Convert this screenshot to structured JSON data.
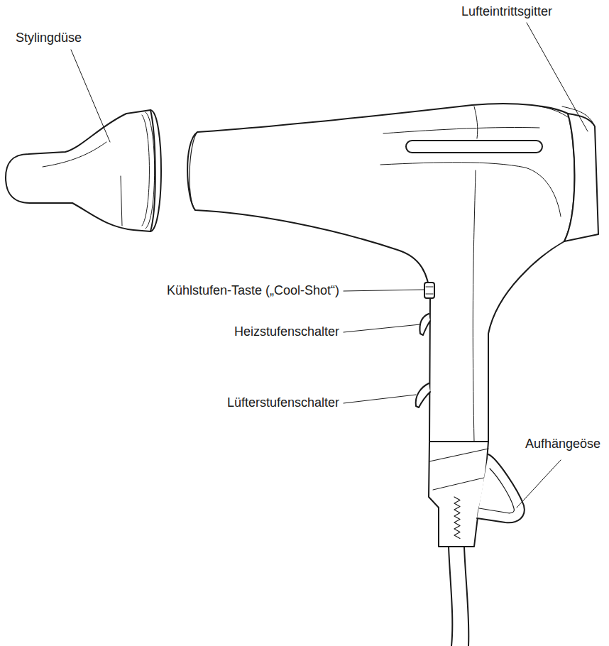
{
  "diagram": {
    "labels": [
      "Stylingdüse",
      "Lufteintrittsgitter",
      "Kühlstufen-Taste („Cool-Shot“)",
      "Heizstufenschalter",
      "Lüfterstufenschalter",
      "Aufhängeöse"
    ]
  }
}
